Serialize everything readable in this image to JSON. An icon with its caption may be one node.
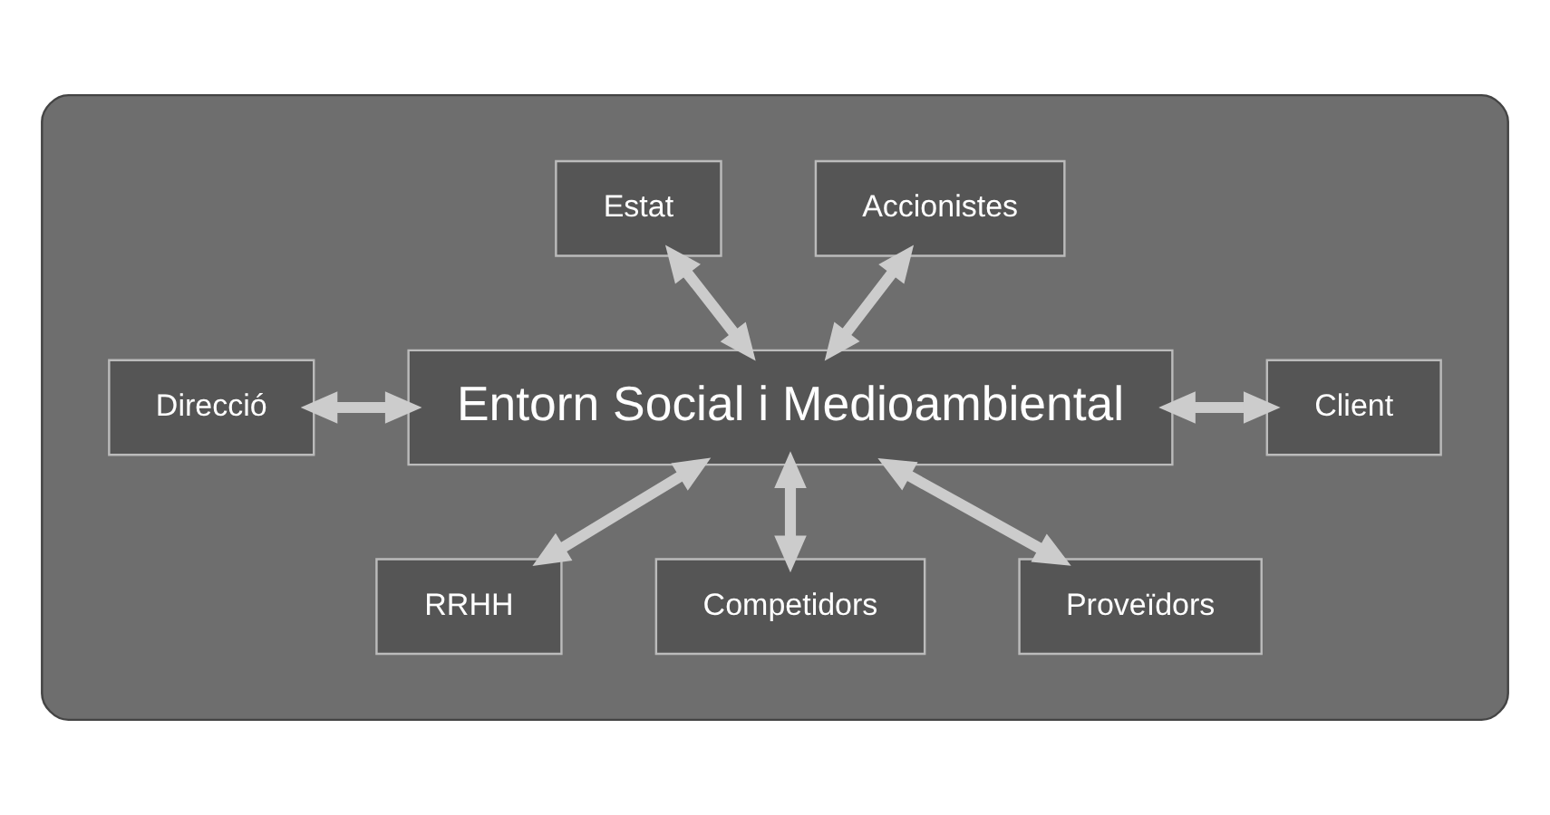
{
  "diagram": {
    "nodes": [
      {
        "text": [],
        "shape": "ellipse"
      },
      {
        "text": [
          "Accionistes"
        ],
        "in": 0
      },
      {
        "text": [
          "Estat"
        ],
        "in": 0
      },
      {
        "text": [
          "Entorn Social i Medioambiental"
        ],
        "in": 0
      },
      {
        "text": [
          "Direcció"
        ],
        "in": 0
      },
      {
        "text": [
          "Client"
        ],
        "in": 0
      },
      {
        "text": [
          "RRHH"
        ],
        "in": 0
      },
      {
        "text": [
          "Competidors"
        ],
        "in": 0
      },
      {
        "text": [
          "Proveïdors"
        ],
        "in": 0
      }
    ],
    "edges": [
      {
        "from": 1,
        "to": 3,
        "arrow": "both"
      },
      {
        "from": 2,
        "to": 3,
        "arrow": "both"
      },
      {
        "from": 4,
        "to": 3,
        "arrow": "both"
      },
      {
        "from": 3,
        "to": 5,
        "arrow": "both"
      },
      {
        "from": 3,
        "to": 6,
        "arrow": "both"
      },
      {
        "from": 3,
        "to": 7,
        "arrow": "both"
      },
      {
        "from": 3,
        "to": 8,
        "arrow": "both"
      }
    ]
  }
}
